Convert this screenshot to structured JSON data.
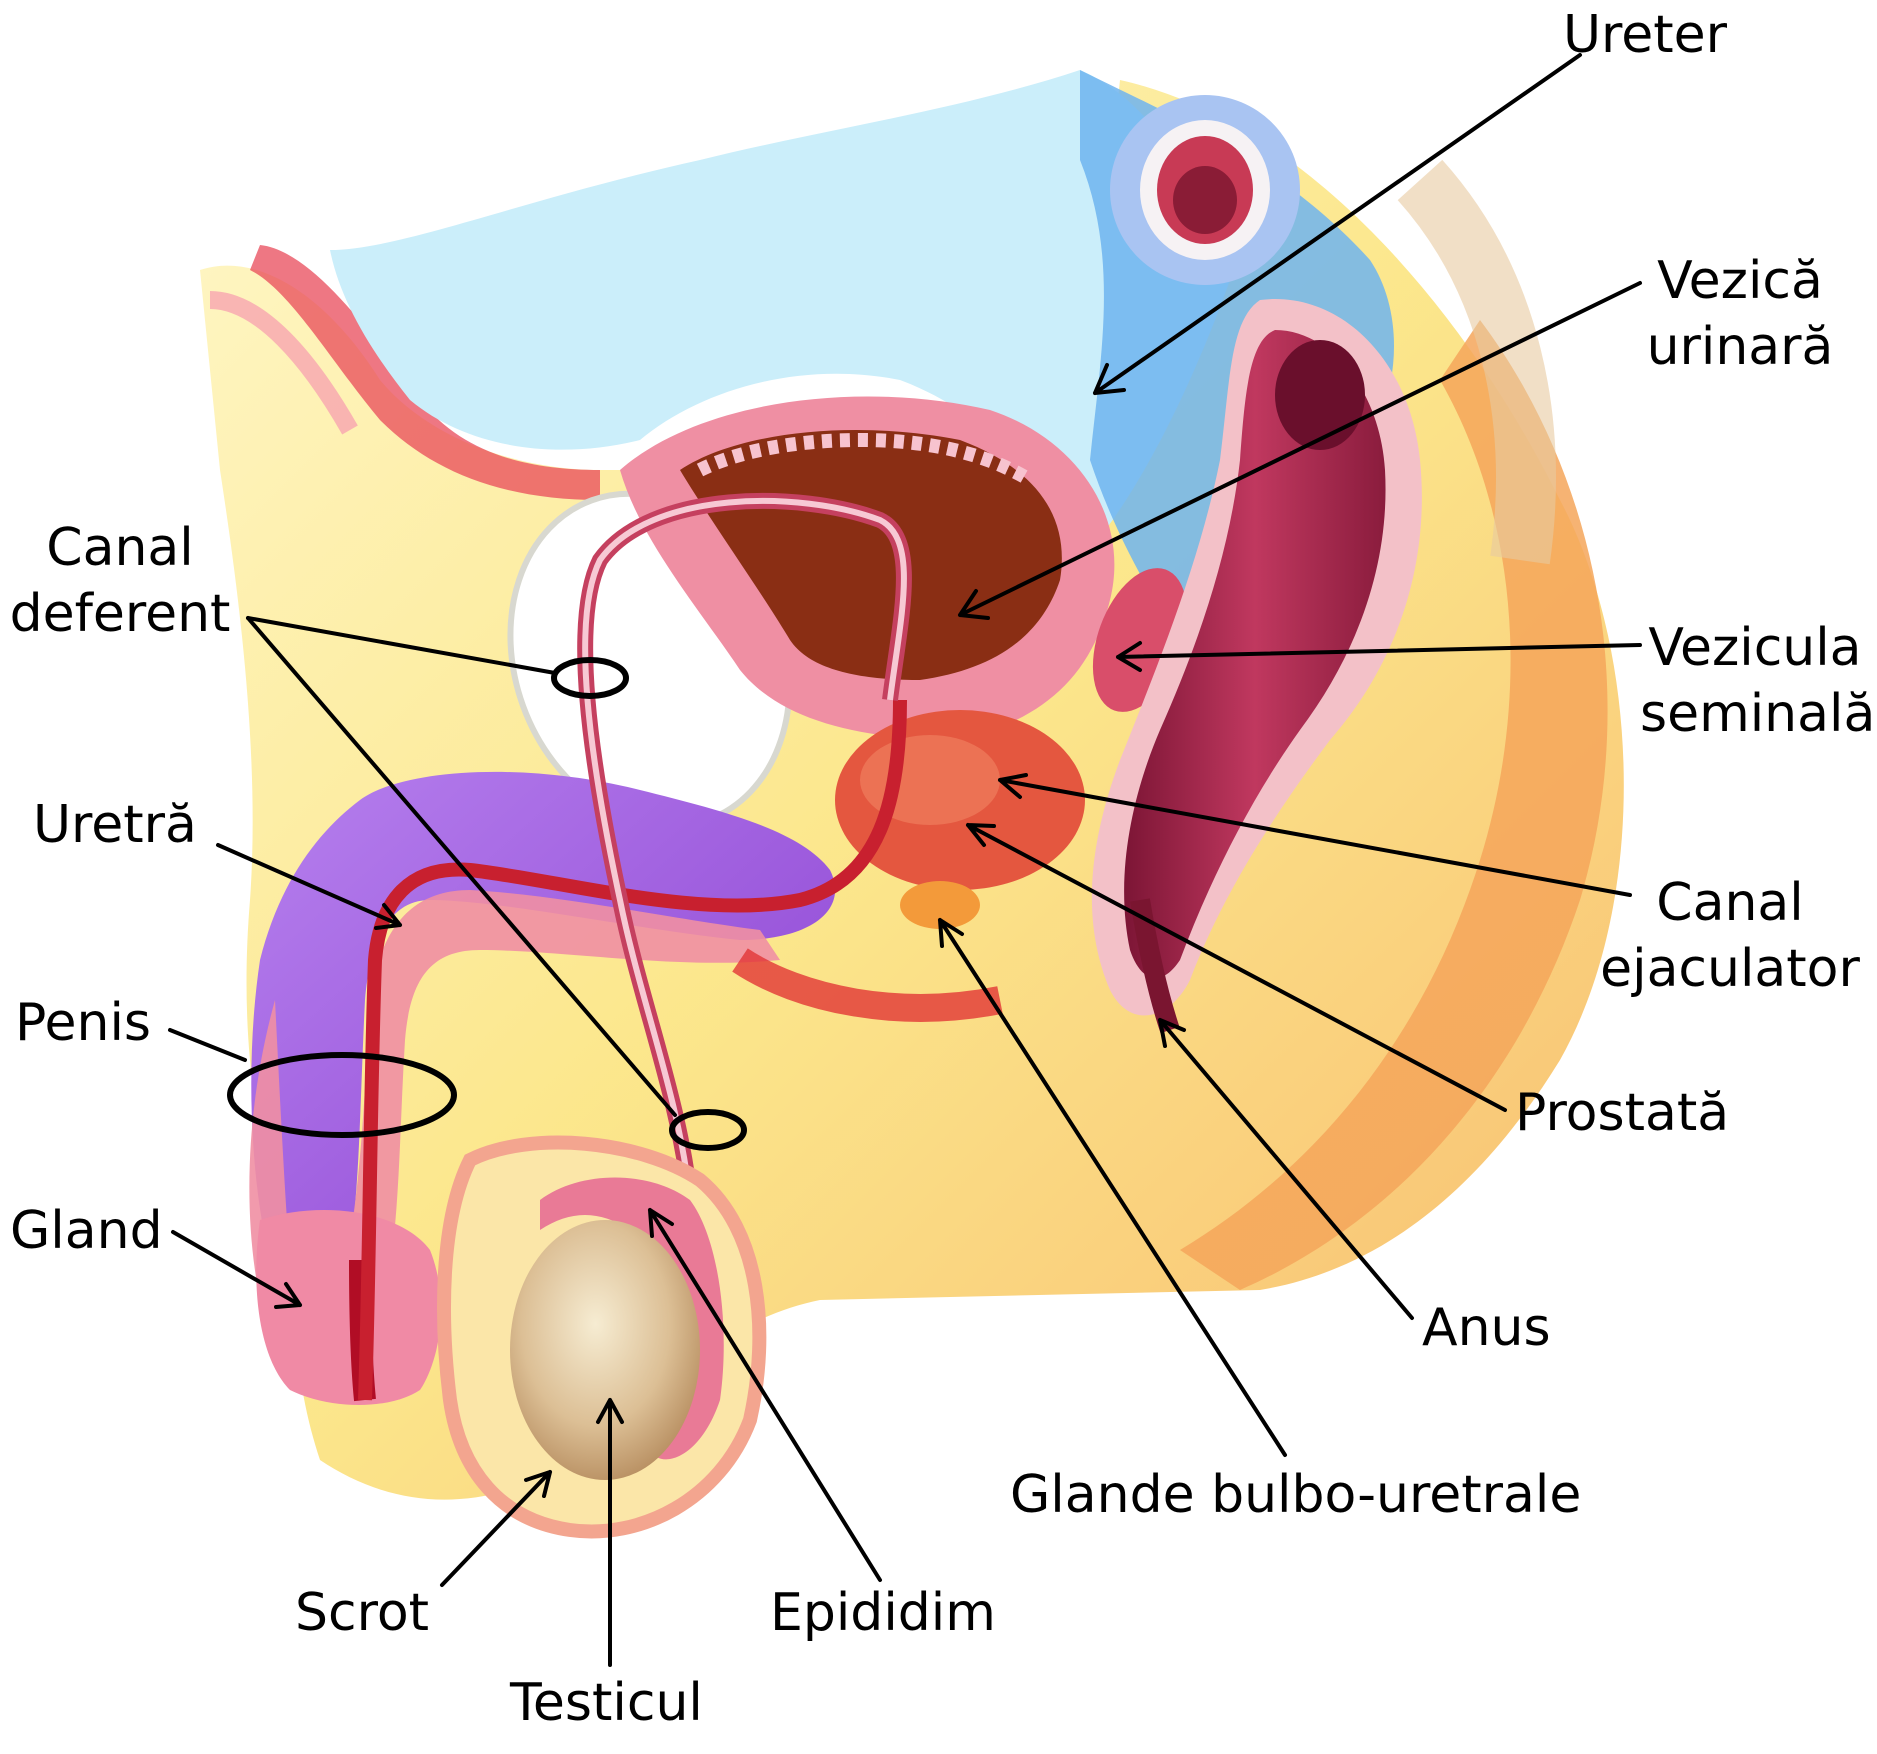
{
  "labels": {
    "ureter": "Ureter",
    "bladder_1": "Vezică",
    "bladder_2": "urinară",
    "seminal_1": "Vezicula",
    "seminal_2": "seminală",
    "ejac_1": "Canal",
    "ejac_2": "ejaculator",
    "prostate": "Prostată",
    "anus": "Anus",
    "bulbo": "Glande bulbo-uretrale",
    "epididymis": "Epididim",
    "testicle": "Testicul",
    "scrotum": "Scrot",
    "glans": "Gland",
    "penis": "Penis",
    "urethra": "Uretră",
    "deferent_1": "Canal",
    "deferent_2": "deferent"
  },
  "colors": {
    "skin_yellow": "#fbe98a",
    "skin_orange": "#f6b766",
    "abdomen_blue": "#cbeefa",
    "deep_blue": "#6fb4ef",
    "pink": "#ef8fa3",
    "red": "#c8202f",
    "maroon": "#a3263f",
    "purple": "#a45ce0",
    "brown": "#8a2e14",
    "testicle": "#d8b98f",
    "leader": "#000000"
  }
}
